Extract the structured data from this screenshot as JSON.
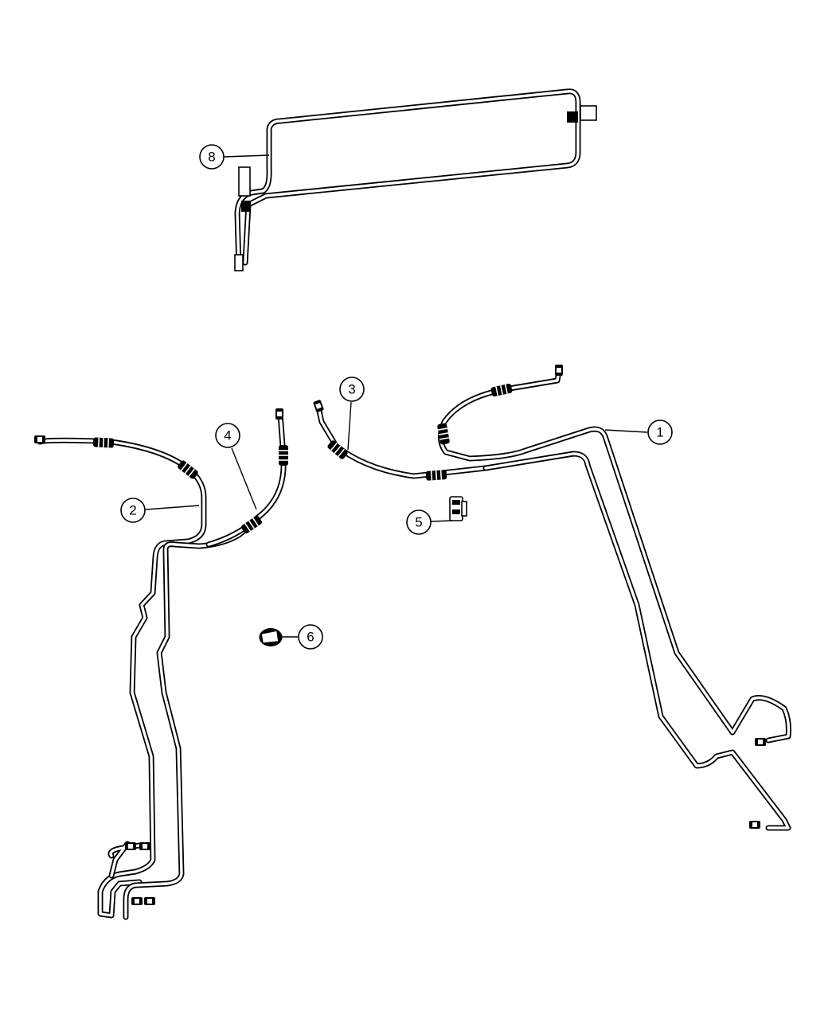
{
  "callouts": [
    {
      "id": "callout-1",
      "label": "1",
      "part": "transmission-cooler-line-assembly"
    },
    {
      "id": "callout-2",
      "label": "2",
      "part": "transmission-cooler-line-assembly"
    },
    {
      "id": "callout-3",
      "label": "3",
      "part": "cooler-hose-assembly"
    },
    {
      "id": "callout-4",
      "label": "4",
      "part": "cooler-hose-assembly"
    },
    {
      "id": "callout-5",
      "label": "5",
      "part": "clip"
    },
    {
      "id": "callout-6",
      "label": "6",
      "part": "retainer"
    },
    {
      "id": "callout-8",
      "label": "8",
      "part": "transmission-oil-cooler"
    }
  ],
  "colors": {
    "line": "#000000",
    "background": "#ffffff"
  }
}
